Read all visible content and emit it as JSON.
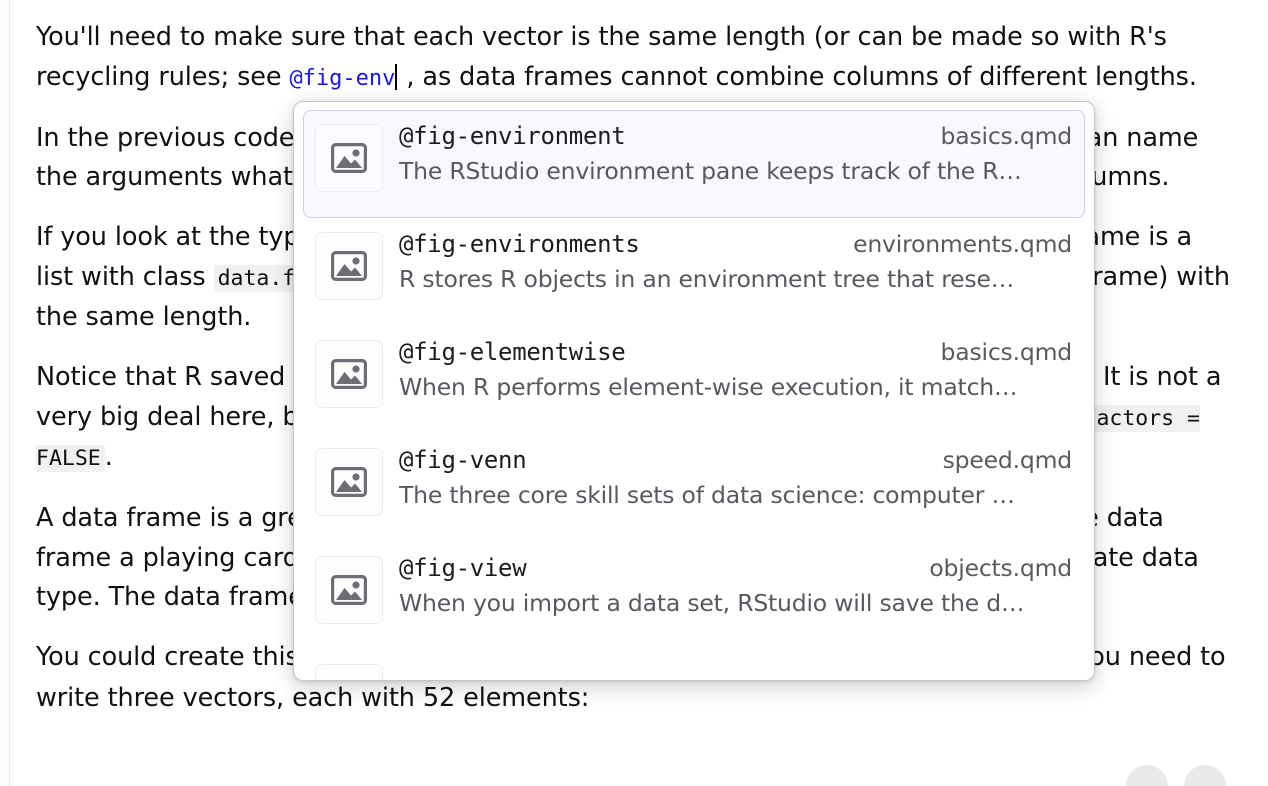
{
  "document": {
    "paragraphs": [
      {
        "id": "para-1",
        "runs": [
          {
            "type": "text",
            "text": "You'll need to make sure that each vector is the same length (or can be made so with R's recycling rules; see "
          },
          {
            "type": "xref",
            "text": "@fig-env"
          },
          {
            "type": "caret"
          },
          {
            "type": "text",
            "text": " , as data frames cannot combine columns of different lengths."
          }
        ]
      },
      {
        "id": "para-2",
        "runs": [
          {
            "type": "text",
            "text": "In the previous code, R used the argument names as the column names, but you can name the arguments whatever you like. R will use those argument names to label the columns."
          }
        ]
      },
      {
        "id": "para-3",
        "runs": [
          {
            "type": "text",
            "text": "If you look at the type of a data frame, you will see that it is a list. In fact, a data frame is a list with class "
          },
          {
            "type": "code",
            "text": "data.frame"
          },
          {
            "type": "text",
            "text": ". The columns are vectors held together by a list (or data frame) with the same length."
          }
        ]
      },
      {
        "id": "para-4",
        "runs": [
          {
            "type": "text",
            "text": "Notice that R saved your character vector as a factor instead of a character vector! It is not a very big deal here, but you can prevent this behavior with the argument "
          },
          {
            "type": "code",
            "text": "stringsAsFactors = FALSE"
          },
          {
            "type": "text",
            "text": "."
          }
        ]
      },
      {
        "id": "para-5",
        "runs": [
          {
            "type": "text",
            "text": "A data frame is a great way to store a deck of cards. You can make every row in the data frame a playing card, and every column a type of value, each with its own appropriate data type. The data frame will be tidy and easy to work with."
          }
        ]
      },
      {
        "id": "para-6",
        "runs": [
          {
            "type": "text",
            "text": "You could create this data frame with "
          },
          {
            "type": "code",
            "text": "data.frame"
          },
          {
            "type": "text",
            "text": ", but look at the typing involved! You need to write three vectors, each with 52 elements:"
          }
        ]
      }
    ]
  },
  "completion_popup": {
    "items": [
      {
        "icon": "image-placeholder-icon",
        "label": "@fig-environment",
        "source": "basics.qmd",
        "description": "The RStudio environment pane keeps track of the R…",
        "selected": true
      },
      {
        "icon": "image-placeholder-icon",
        "label": "@fig-environments",
        "source": "environments.qmd",
        "description": "R stores R objects in an environment tree that rese…",
        "selected": false
      },
      {
        "icon": "image-placeholder-icon",
        "label": "@fig-elementwise",
        "source": "basics.qmd",
        "description": "When R performs element-wise execution, it match…",
        "selected": false
      },
      {
        "icon": "image-placeholder-icon",
        "label": "@fig-venn",
        "source": "speed.qmd",
        "description": "The three core skill sets of data science: computer …",
        "selected": false
      },
      {
        "icon": "image-placeholder-icon",
        "label": "@fig-view",
        "source": "objects.qmd",
        "description": "When you import a data set, RStudio will save the d…",
        "selected": false
      },
      {
        "icon": "image-placeholder-icon",
        "label": "",
        "source": "",
        "description": "",
        "selected": false
      }
    ]
  },
  "floating_buttons": [
    {
      "icon": "fab-left-icon",
      "label": ""
    },
    {
      "icon": "fab-right-icon",
      "label": ""
    }
  ],
  "colors": {
    "xref_blue": "#1a16e8",
    "selected_row_bg": "#f9f8fe",
    "selected_row_border": "#cdc9f2",
    "inline_code_bg": "#f1f1f1",
    "popup_border": "#c6c6c8",
    "text_primary": "#111111",
    "text_secondary": "#585860",
    "fab_bg": "#e9e9e9"
  }
}
